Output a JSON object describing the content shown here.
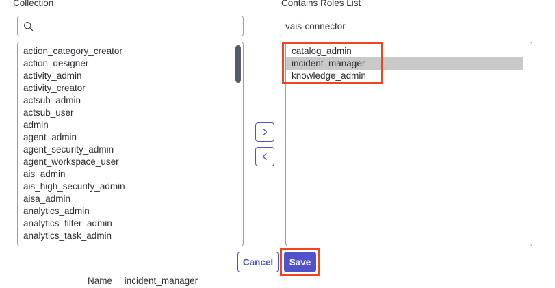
{
  "left_panel": {
    "label": "Collection",
    "search": {
      "value": "",
      "placeholder": "",
      "icon": "search-icon"
    },
    "items": [
      "action_category_creator",
      "action_designer",
      "activity_admin",
      "activity_creator",
      "actsub_admin",
      "actsub_user",
      "admin",
      "agent_admin",
      "agent_security_admin",
      "agent_workspace_user",
      "ais_admin",
      "ais_high_security_admin",
      "aisa_admin",
      "analytics_admin",
      "analytics_filter_admin",
      "analytics_task_admin"
    ]
  },
  "transfer": {
    "move_right_icon": "chevron-right-icon",
    "move_left_icon": "chevron-left-icon"
  },
  "right_panel": {
    "label": "Contains Roles List",
    "subtitle": "vais-connector",
    "items": [
      {
        "label": "catalog_admin",
        "selected": false
      },
      {
        "label": "incident_manager",
        "selected": true
      },
      {
        "label": "knowledge_admin",
        "selected": false
      }
    ]
  },
  "footer": {
    "cancel_label": "Cancel",
    "save_label": "Save",
    "name_label": "Name",
    "name_value": "incident_manager"
  },
  "colors": {
    "accent": "#4f52c8",
    "annotation": "#f4441e",
    "selection": "#c9c9c9",
    "border": "#9aa0ab",
    "scrollbar": "#565a6e",
    "text": "#2e2e33"
  }
}
